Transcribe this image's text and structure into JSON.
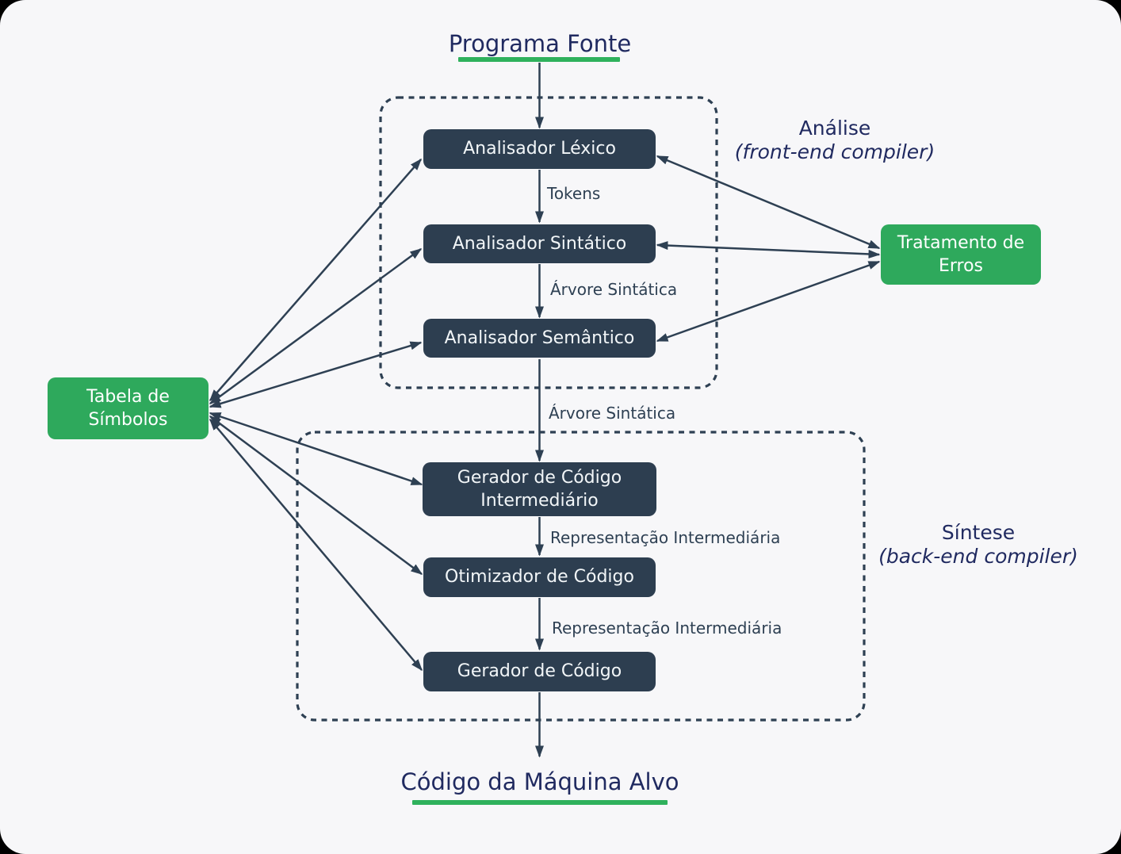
{
  "colors": {
    "background": "#f7f7f9",
    "node_dark": "#2d3e50",
    "node_green": "#2ea95c",
    "line": "#2e4053",
    "underline_green": "#2fb15c",
    "heading_navy": "#202a60",
    "node_text": "#f2f6f8"
  },
  "titles": {
    "source": "Programa Fonte",
    "target": "Código da Máquina Alvo"
  },
  "groups": {
    "analysis": {
      "label": "Análise",
      "sublabel": "(front-end compiler)"
    },
    "synthesis": {
      "label": "Síntese",
      "sublabel": "(back-end compiler)"
    }
  },
  "nodes": {
    "lexical": "Analisador Léxico",
    "syntactic": "Analisador Sintático",
    "semantic": "Analisador Semântico",
    "intermediate_generator": "Gerador de Código Intermediário",
    "optimizer": "Otimizador de Código",
    "code_generator": "Gerador de Código",
    "error_handling": "Tratamento de Erros",
    "symbol_table": "Tabela de Símbolos"
  },
  "edge_labels": {
    "tokens": "Tokens",
    "syntax_tree_1": "Árvore Sintática",
    "syntax_tree_2": "Árvore Sintática",
    "intermediate_repr_1": "Representação Intermediária",
    "intermediate_repr_2": "Representação Intermediária"
  }
}
